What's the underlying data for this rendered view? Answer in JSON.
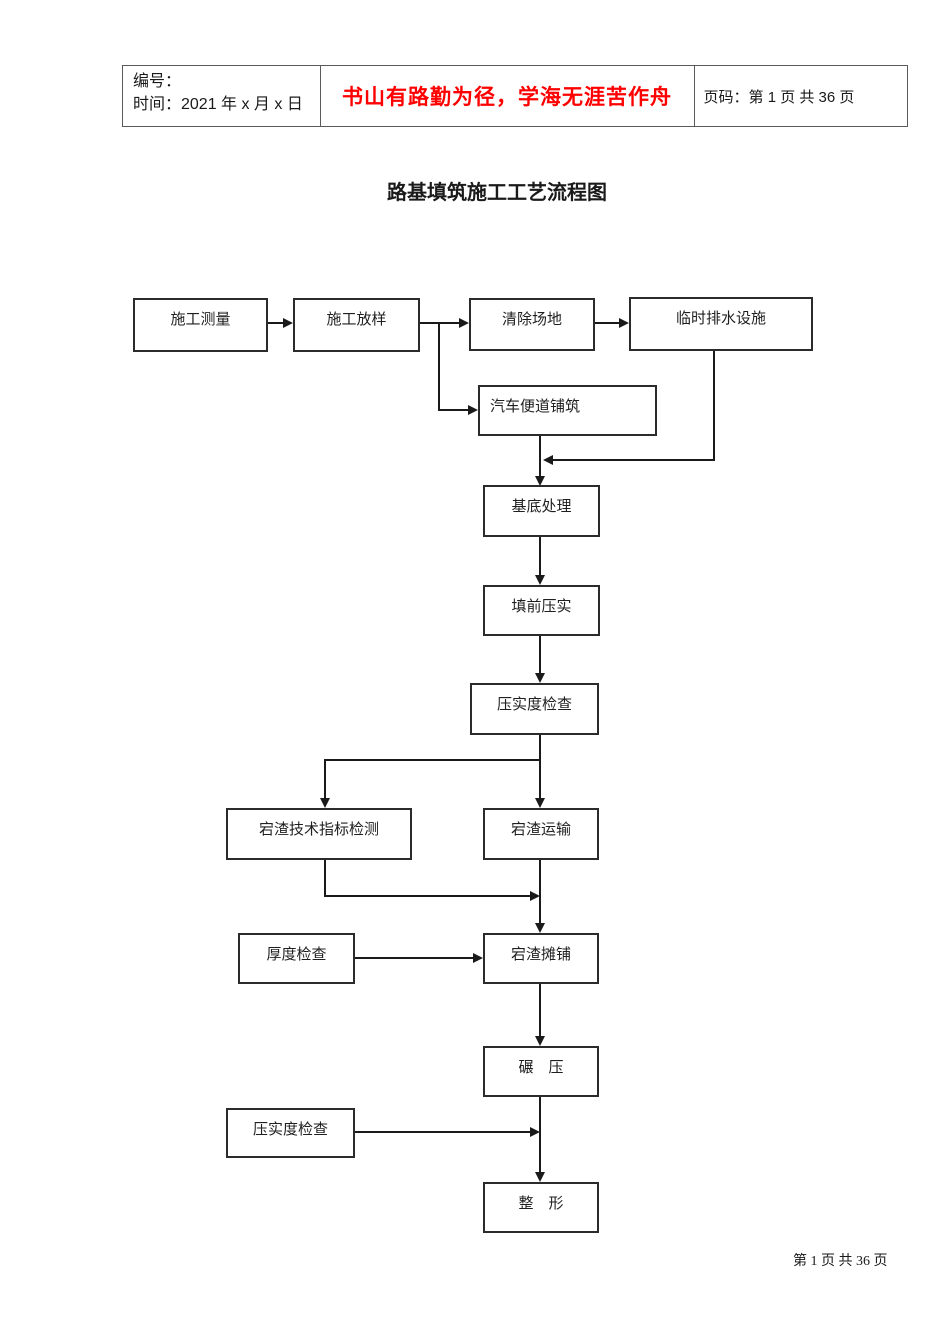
{
  "header": {
    "number_label": "编号：",
    "time_label": "时间：2021 年 x 月 x 日",
    "motto": "书山有路勤为径，学海无涯苦作舟",
    "motto_color": "#ff0000",
    "page_label": "页码：第 1 页 共 36 页"
  },
  "title": "路基填筑施工工艺流程图",
  "flowchart": {
    "nodes": [
      {
        "label": "施工测量"
      },
      {
        "label": "施工放样"
      },
      {
        "label": "清除场地"
      },
      {
        "label": "临时排水设施"
      },
      {
        "label": "汽车便道铺筑"
      },
      {
        "label": "基底处理"
      },
      {
        "label": "填前压实"
      },
      {
        "label": "压实度检查"
      },
      {
        "label": "宕渣技术指标检测"
      },
      {
        "label": "宕渣运输"
      },
      {
        "label": "厚度检查"
      },
      {
        "label": "宕渣摊铺"
      },
      {
        "label": "碾　压"
      },
      {
        "label": "压实度检查"
      },
      {
        "label": "整　形"
      }
    ]
  },
  "footer": {
    "page_text": "第 1 页 共 36 页"
  }
}
